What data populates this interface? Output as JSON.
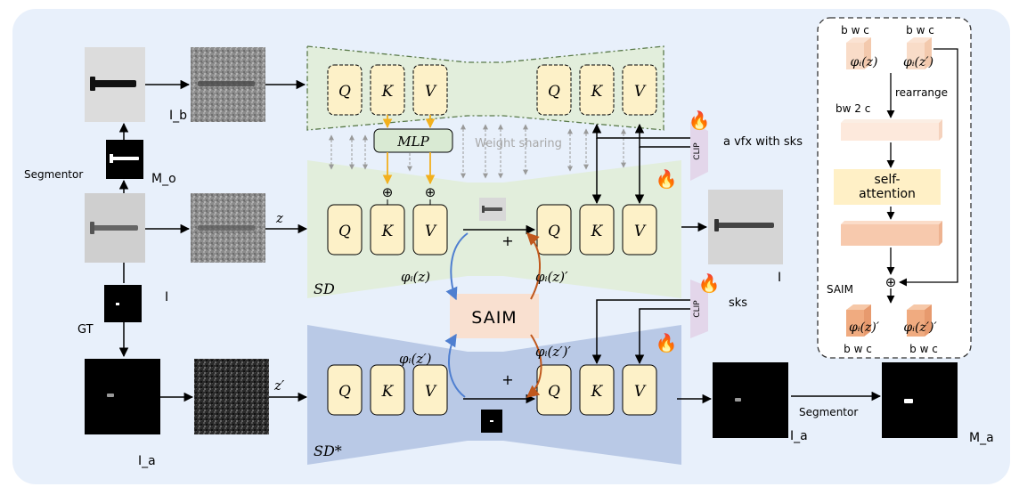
{
  "images": {
    "Ib": "I_b",
    "Mo": "M_o",
    "I": "I",
    "GT": "GT",
    "Ia": "I_a",
    "Ia_out": "I_a",
    "Ma": "M_a",
    "I_out": "I"
  },
  "labels": {
    "segmentor_left": "Segmentor",
    "segmentor_bottom": "Segmentor",
    "z": "z",
    "z_prime": "z′",
    "mlp": "MLP",
    "weight_sharing": "Weight sharing",
    "prompt_top": "a vfx with sks",
    "prompt_bottom": "sks",
    "clip": "CLIP",
    "sd": "SD",
    "sd_star": "SD*",
    "saim": "SAIM",
    "plus": "+",
    "oplus": "⊕",
    "phi_z": "φᵢ(z)",
    "phi_z_prime_out": "φᵢ(z)′",
    "phi_zp": "φᵢ(z′)",
    "phi_zp_prime_out": "φᵢ(z′)′",
    "q": "Q",
    "k": "K",
    "v": "V",
    "fire": "🔥"
  },
  "saim_panel": {
    "dim_top_left": "b w c",
    "dim_top_right": "b w c",
    "phi_left": "φᵢ(z)",
    "phi_right": "φᵢ(z′)",
    "rearrange": "rearrange",
    "bw2c": "bw 2 c",
    "self_attention_1": "self-",
    "self_attention_2": "attention",
    "oplus": "⊕",
    "saim_label": "SAIM",
    "out_left": "φᵢ(z)′",
    "out_right": "φᵢ(z′)′",
    "dim_bottom_left": "b w c",
    "dim_bottom_right": "b w c"
  },
  "colors": {
    "background_panel": "#e8f0fb",
    "green_unet": "#e2eedc",
    "blue_unet": "#b9c9e6",
    "qkv_fill": "#fdf1c8",
    "mlp_fill": "#d9ead3",
    "saim_fill": "#f9e0d0",
    "clip_fill": "#e3d6ea",
    "arrow_orange": "#f2b01e",
    "arrow_blue": "#4f7fd0",
    "arrow_brown": "#c0581d",
    "self_attention_fill": "#fff0c6",
    "feature_fill": "#f7c9ad"
  }
}
